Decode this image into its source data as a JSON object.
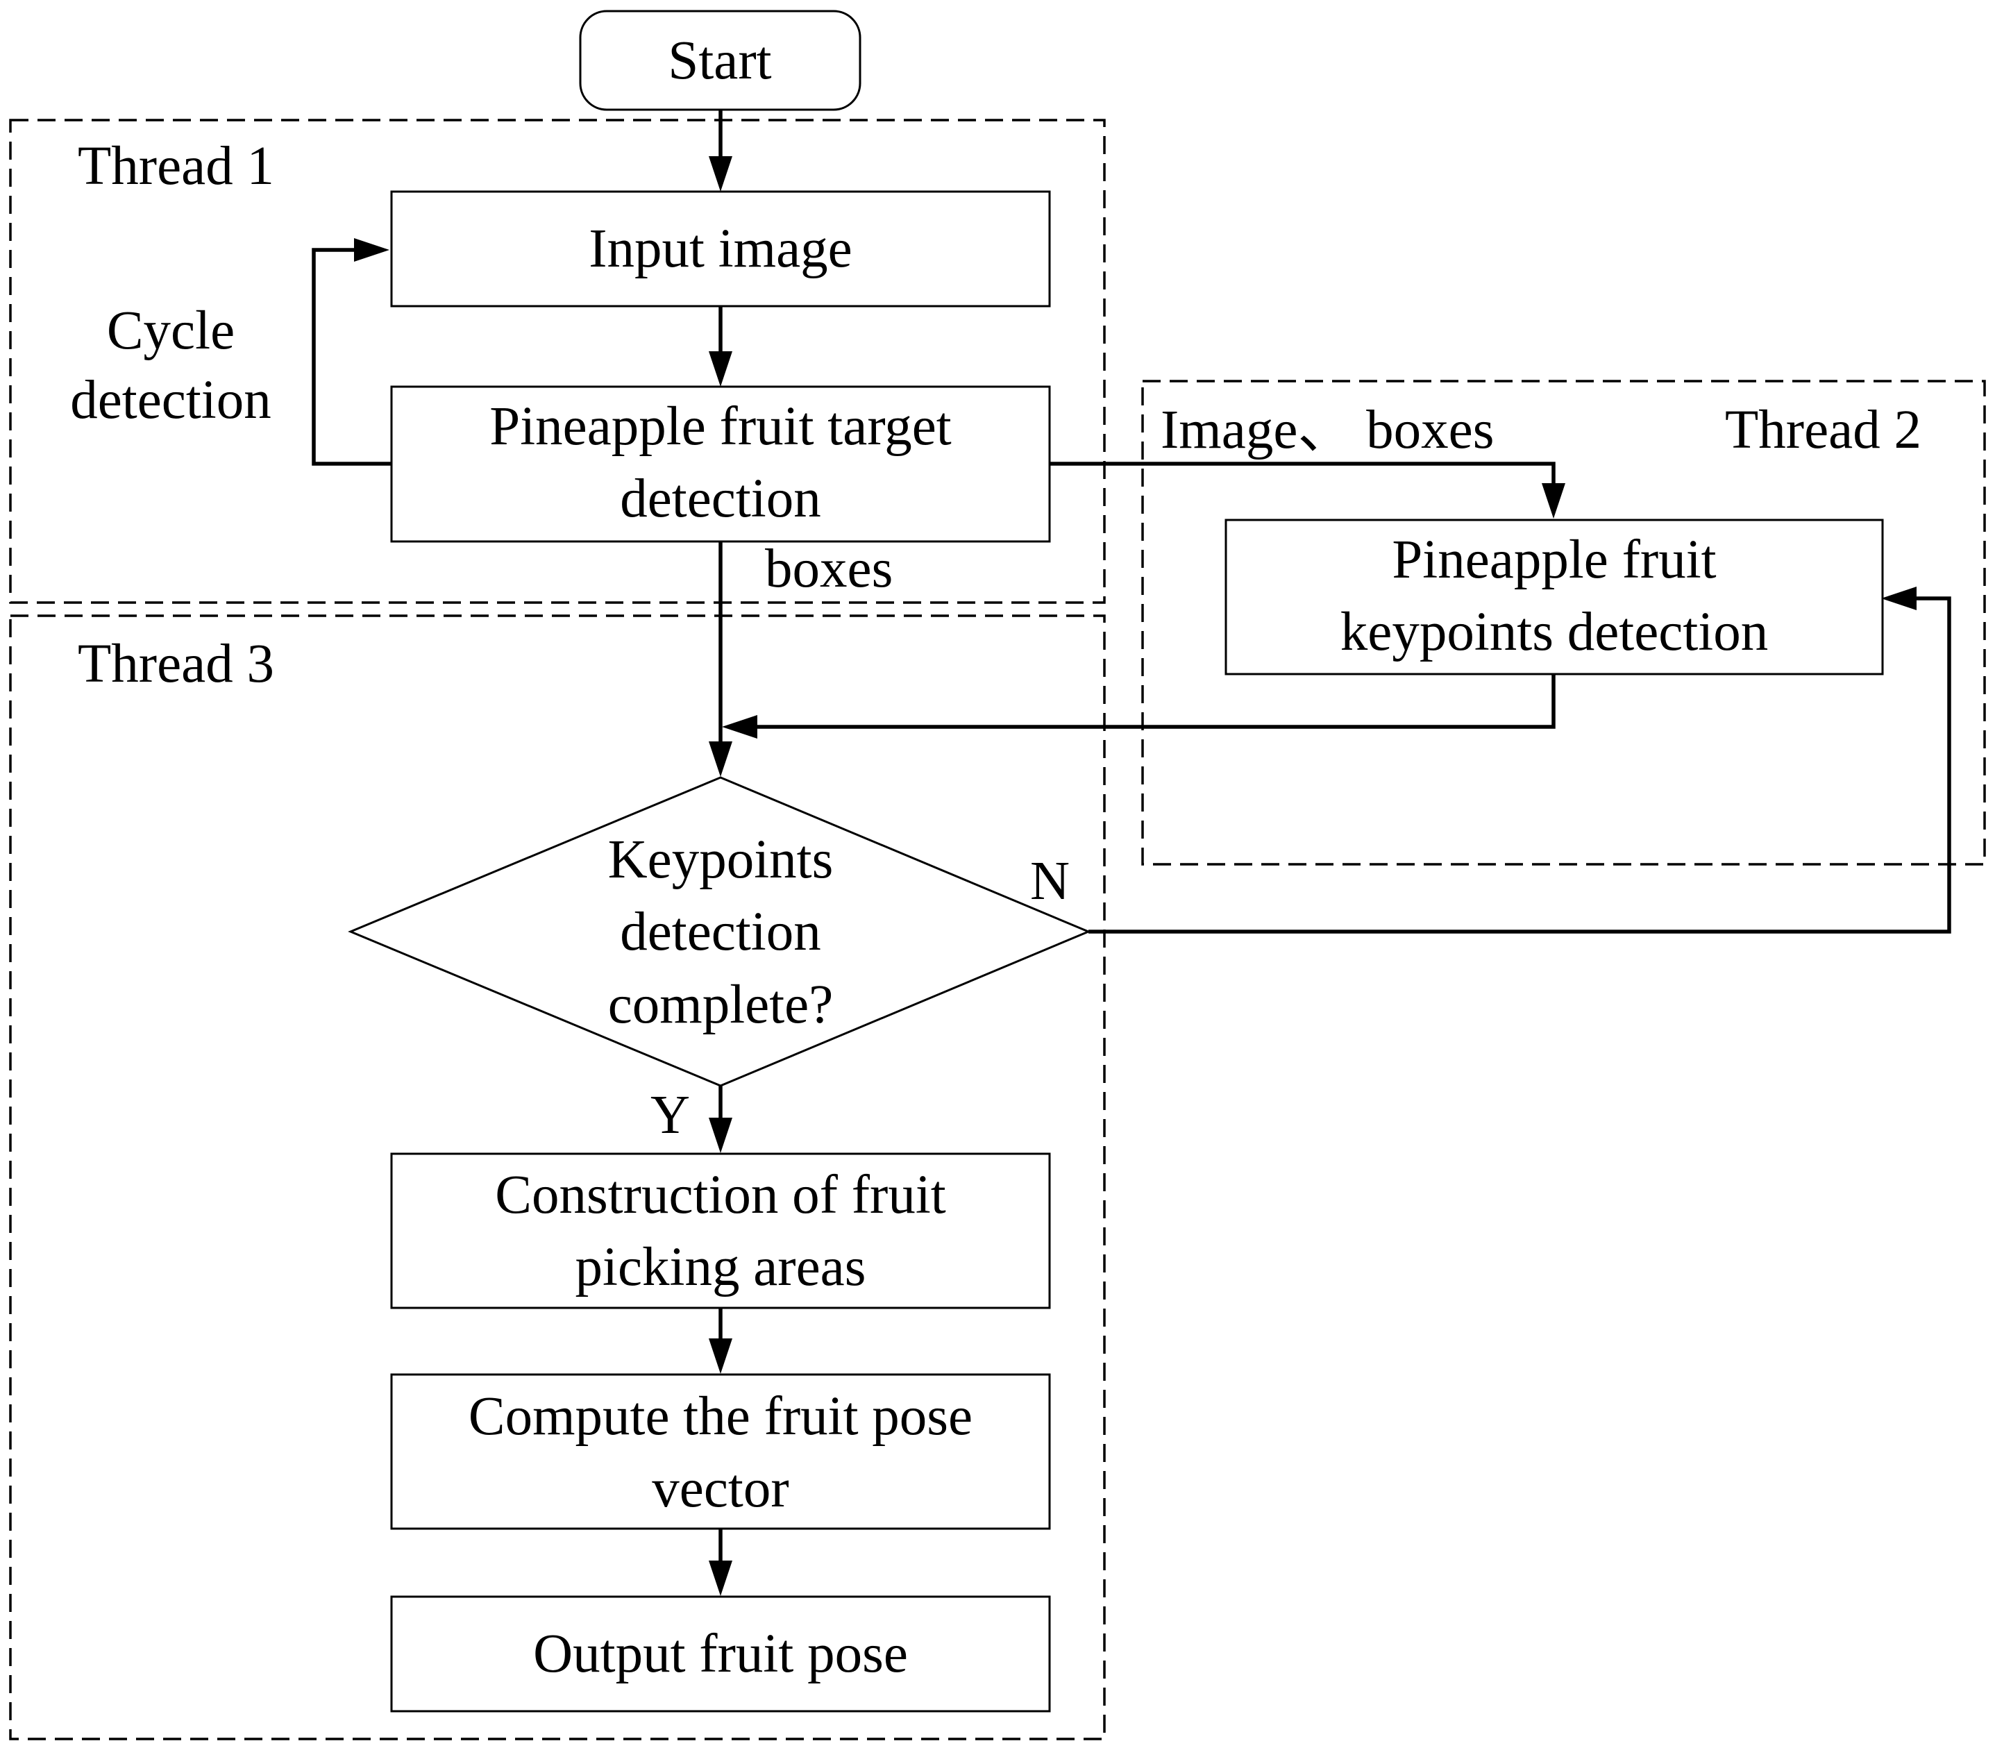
{
  "diagram": {
    "type": "flowchart",
    "threads": [
      {
        "id": "thread1",
        "label": "Thread 1"
      },
      {
        "id": "thread2",
        "label": "Thread 2"
      },
      {
        "id": "thread3",
        "label": "Thread 3"
      }
    ],
    "nodes": {
      "start": {
        "shape": "rounded-rect",
        "lines": [
          "Start"
        ]
      },
      "input_image": {
        "shape": "rect",
        "lines": [
          "Input image"
        ]
      },
      "target_detection": {
        "shape": "rect",
        "lines": [
          "Pineapple fruit target",
          "detection"
        ]
      },
      "keypoints_detection": {
        "shape": "rect",
        "lines": [
          "Pineapple fruit",
          "keypoints detection"
        ]
      },
      "decision": {
        "shape": "diamond",
        "lines": [
          "Keypoints",
          "detection",
          "complete?"
        ]
      },
      "construction": {
        "shape": "rect",
        "lines": [
          "Construction of fruit",
          "picking areas"
        ]
      },
      "compute_pose": {
        "shape": "rect",
        "lines": [
          "Compute the fruit pose",
          "vector"
        ]
      },
      "output_pose": {
        "shape": "rect",
        "lines": [
          "Output fruit pose"
        ]
      }
    },
    "edges": [
      {
        "from": "start",
        "to": "input_image"
      },
      {
        "from": "input_image",
        "to": "target_detection"
      },
      {
        "from": "target_detection",
        "to": "input_image",
        "label": [
          "Cycle",
          "detection"
        ]
      },
      {
        "from": "target_detection",
        "to": "keypoints_detection",
        "label": [
          "Image、 boxes"
        ]
      },
      {
        "from": "target_detection",
        "to": "decision",
        "label": [
          "boxes"
        ]
      },
      {
        "from": "keypoints_detection",
        "to": "decision"
      },
      {
        "from": "decision",
        "to": "keypoints_detection",
        "label": [
          "N"
        ]
      },
      {
        "from": "decision",
        "to": "construction",
        "label": [
          "Y"
        ]
      },
      {
        "from": "construction",
        "to": "compute_pose"
      },
      {
        "from": "compute_pose",
        "to": "output_pose"
      }
    ]
  }
}
